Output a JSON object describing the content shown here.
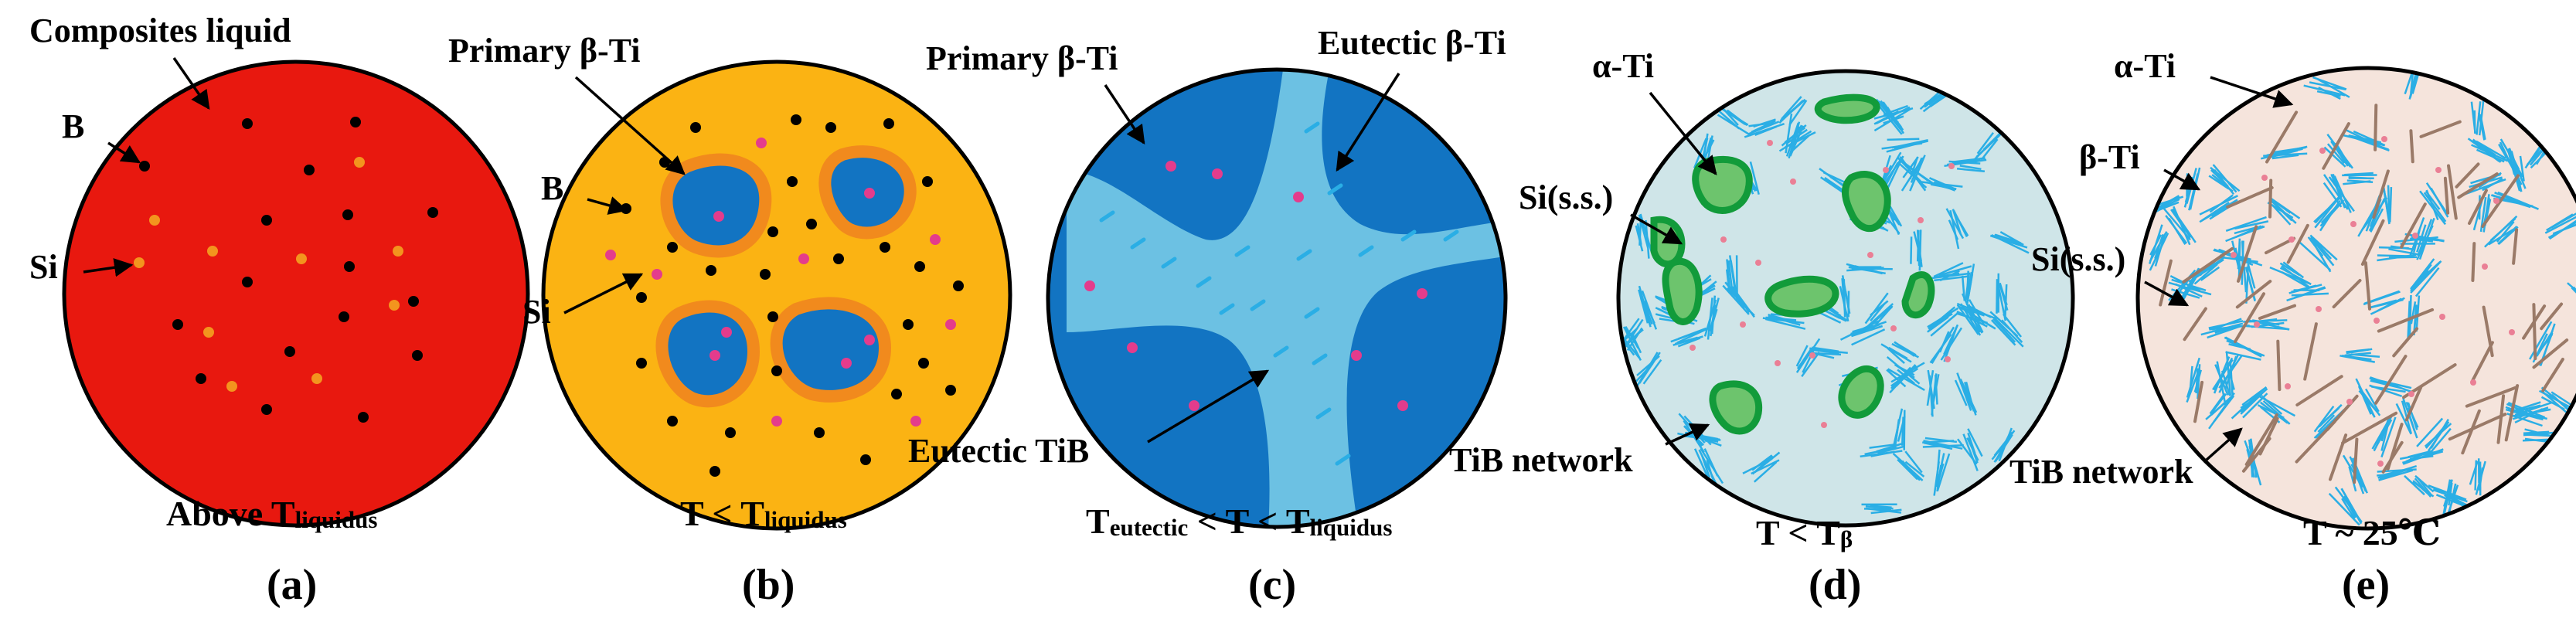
{
  "colors": {
    "liquid": "#e8180f",
    "liquid_amber": "#fbb313",
    "boron_dot": "#000000",
    "si_dot_orange": "#f3941e",
    "si_dot_pink": "#e43c8c",
    "beta_ti": "#1274c2",
    "beta_rim": "#f18a1d",
    "eutectic": "#6cc1e3",
    "tib_streak": "#2aaee5",
    "phase_d_bg": "#cfe5e8",
    "alpha_ti": "#6dc46d",
    "alpha_rim": "#129b3a",
    "phase_e_bg": "#f5e4dc",
    "needle_brown": "#9a7a68",
    "ss_dot": "#ea7f95"
  },
  "panels": [
    {
      "id": "a",
      "panel_label": "(a)",
      "caption": {
        "main": "Above T",
        "sub": "liquidus",
        "tail": ""
      },
      "labels": [
        "Composites liquid",
        "B",
        "Si"
      ]
    },
    {
      "id": "b",
      "panel_label": "(b)",
      "caption": {
        "main": "T < T",
        "sub": "liquidus",
        "tail": ""
      },
      "labels": [
        "Primary β-Ti",
        "B",
        "Si"
      ]
    },
    {
      "id": "c",
      "panel_label": "(c)",
      "caption": {
        "pre": "T",
        "pre_sub": "eutectic",
        "main": " < T < T",
        "sub": "liquidus"
      },
      "labels": [
        "Primary β-Ti",
        "Eutectic β-Ti",
        "Eutectic TiB"
      ]
    },
    {
      "id": "d",
      "panel_label": "(d)",
      "caption": {
        "main": "T < T",
        "sub": "β",
        "tail": ""
      },
      "labels": [
        "α-Ti",
        "Si(s.s.)",
        "TiB network"
      ]
    },
    {
      "id": "e",
      "panel_label": "(e)",
      "caption": {
        "main": "T ~ 25℃",
        "sub": "",
        "tail": ""
      },
      "labels": [
        "α-Ti",
        "β-Ti",
        "Si(s.s.)",
        "TiB network"
      ]
    }
  ]
}
